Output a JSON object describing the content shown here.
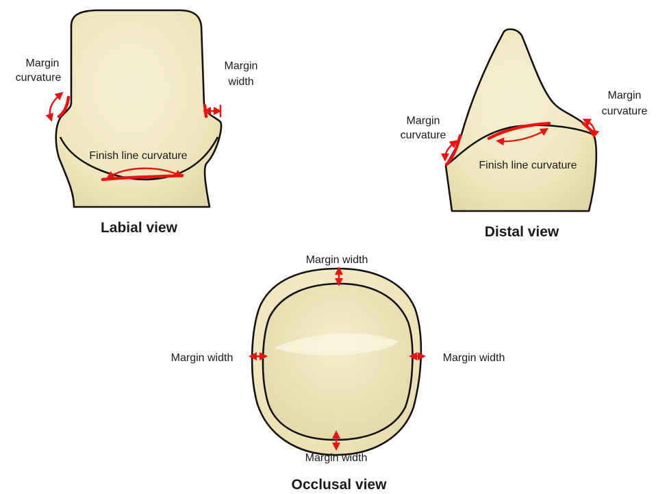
{
  "colors": {
    "tooth_fill": "#f2ebc4",
    "outline": "#111111",
    "marker": "#ee1111",
    "background": "#ffffff"
  },
  "labial": {
    "title": "Labial view",
    "margin_curvature_line1": "Margin",
    "margin_curvature_line2": "curvature",
    "margin_width_line1": "Margin",
    "margin_width_line2": "width",
    "finish_line_label": "Finish line curvature"
  },
  "distal": {
    "title": "Distal view",
    "left_curvature_line1": "Margin",
    "left_curvature_line2": "curvature",
    "right_curvature_line1": "Margin",
    "right_curvature_line2": "curvature",
    "finish_line_label": "Finish line curvature"
  },
  "occlusal": {
    "title": "Occlusal view",
    "top_label": "Margin width",
    "left_label": "Margin width",
    "right_label": "Margin width",
    "bottom_label": "Margin width"
  }
}
